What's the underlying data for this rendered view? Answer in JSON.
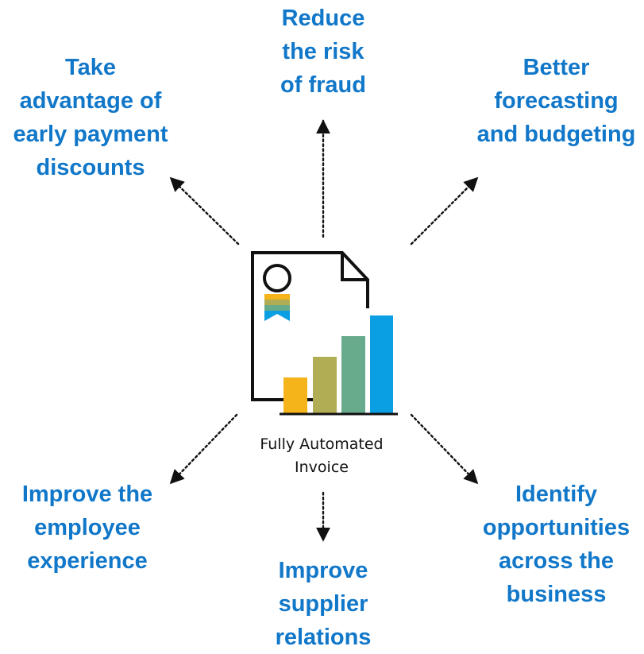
{
  "center": {
    "caption_lines": [
      "Fully Automated",
      "Invoice"
    ]
  },
  "benefits": {
    "top": {
      "lines": [
        "Reduce",
        "the risk",
        "of fraud"
      ]
    },
    "top_left": {
      "lines": [
        "Take",
        "advantage of",
        "early payment",
        "discounts"
      ]
    },
    "top_right": {
      "lines": [
        "Better",
        "forecasting",
        "and budgeting"
      ]
    },
    "bottom_left": {
      "lines": [
        "Improve the",
        "employee",
        "experience"
      ]
    },
    "bottom": {
      "lines": [
        "Improve",
        "supplier",
        "relations"
      ]
    },
    "bottom_right": {
      "lines": [
        "Identify",
        "opportunities",
        "across the",
        "business"
      ]
    }
  },
  "colors": {
    "benefit_text": "#1177c9",
    "bar_1": "#f4b41a",
    "bar_2": "#b0ad55",
    "bar_3": "#68ab8c",
    "bar_4": "#0a9fe3",
    "outline": "#111111"
  },
  "icons": [
    "invoice-document-icon",
    "award-seal-icon",
    "bar-chart-icon",
    "arrow-icon"
  ]
}
